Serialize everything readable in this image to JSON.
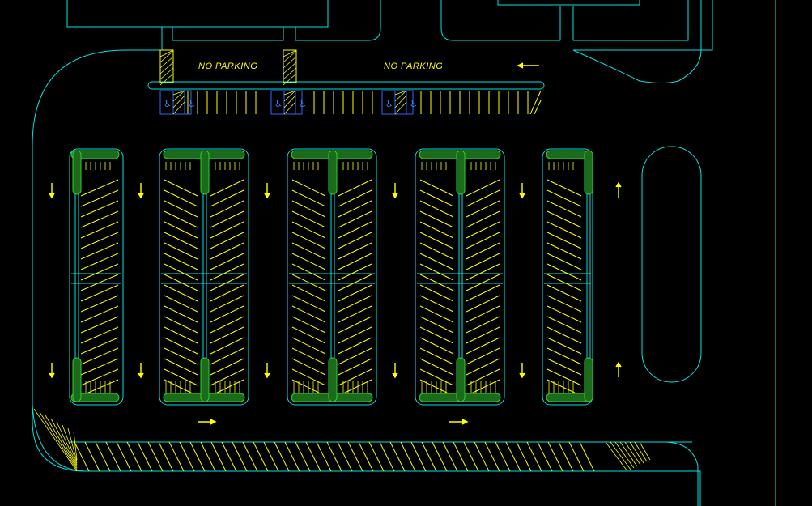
{
  "drawing": {
    "labels": {
      "no_parking_left": "NO PARKING",
      "no_parking_right": "NO PARKING"
    },
    "colors": {
      "background": "#000000",
      "linework": "#00e5e5",
      "striping": "#ffff00",
      "island": "#1a6b1a",
      "island_edge": "#33cc33",
      "accessible": "#3366ff"
    },
    "icons": {
      "accessible": "wheelchair-icon",
      "arrow_down": "arrow-down-icon",
      "arrow_up": "arrow-up-icon",
      "arrow_left": "arrow-left-icon",
      "arrow_right": "arrow-right-icon"
    },
    "parking_islands": 5,
    "accessible_stalls": 6
  }
}
